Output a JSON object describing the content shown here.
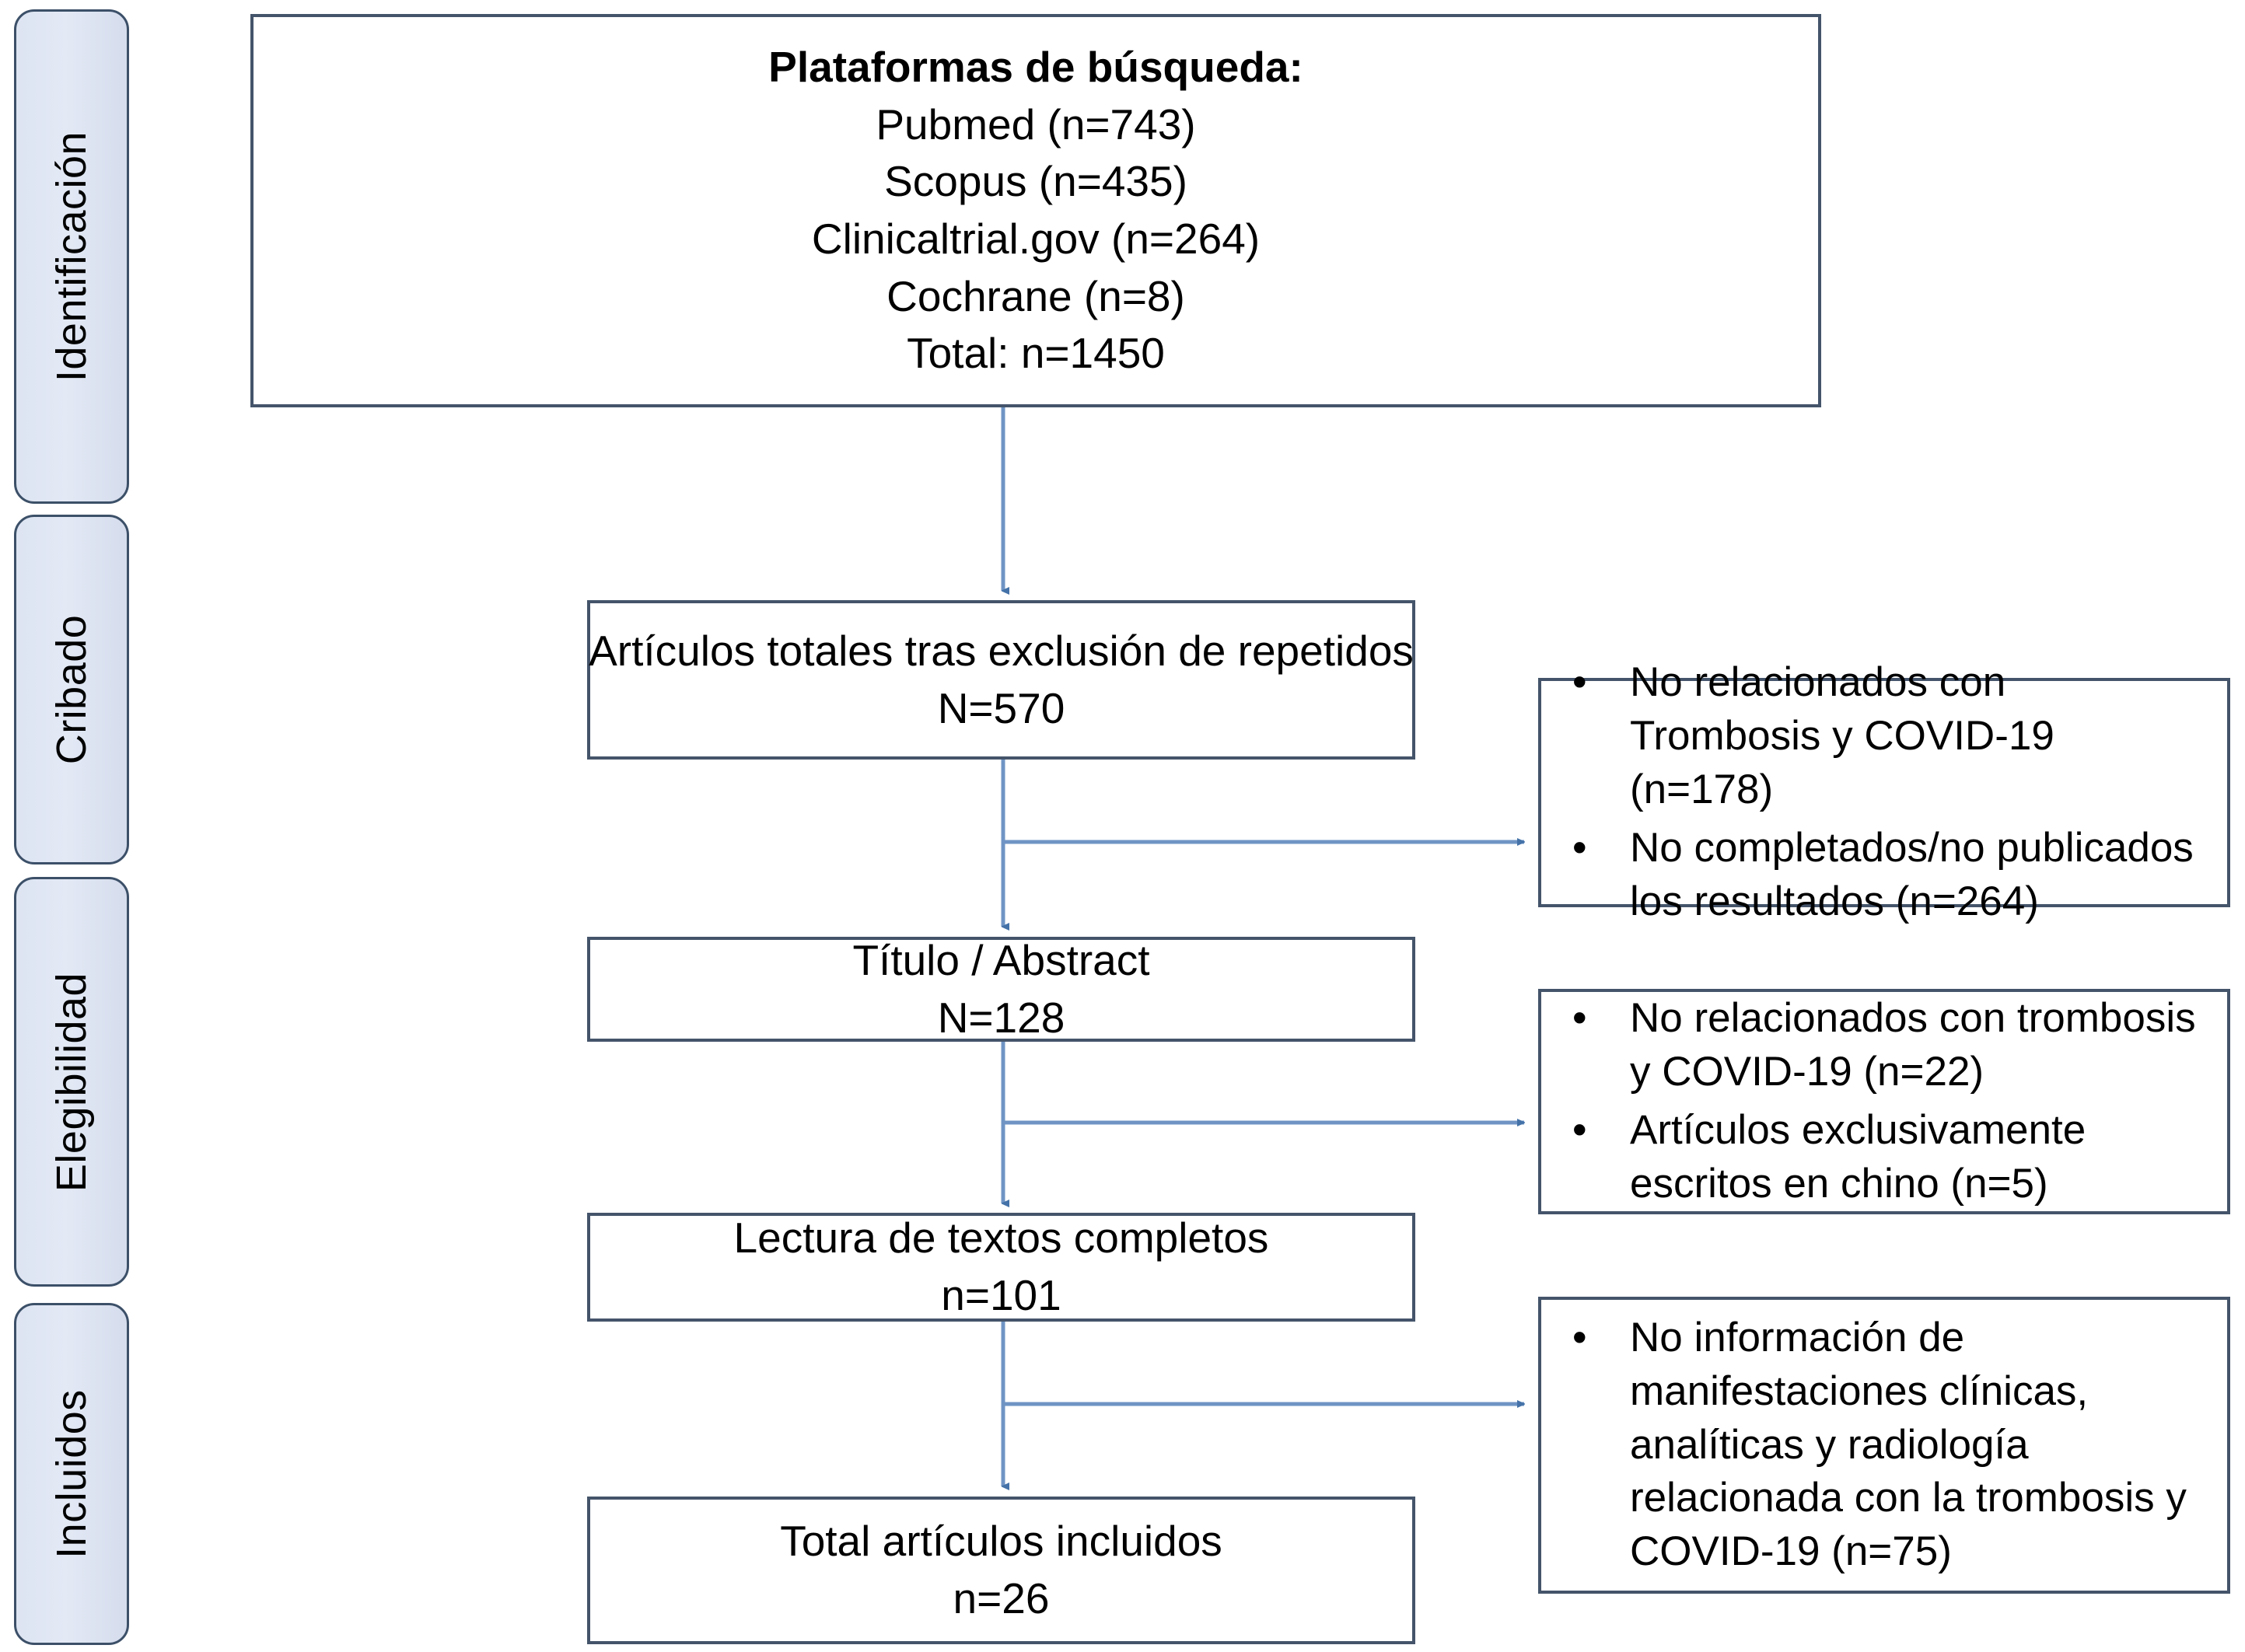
{
  "diagram": {
    "title": "PRISMA flow diagram",
    "colors": {
      "box_border": "#44546a",
      "stage_fill": "#dde4f2",
      "stage_border": "#3c5068",
      "arrow": "#4472a8",
      "text": "#000000",
      "background": "#ffffff"
    }
  },
  "stages": [
    {
      "label": "Identificación"
    },
    {
      "label": "Cribado"
    },
    {
      "label": "Elegibilidad"
    },
    {
      "label": "Incluidos"
    }
  ],
  "flow_boxes": [
    {
      "name": "search-platforms-box",
      "lines": [
        {
          "text": "Plataformas de búsqueda:",
          "bold": true
        },
        {
          "text": "Pubmed (n=743)",
          "bold": false
        },
        {
          "text": "Scopus (n=435)",
          "bold": false
        },
        {
          "text": "Clinicaltrial.gov (n=264)",
          "bold": false
        },
        {
          "text": "Cochrane  (n=8)",
          "bold": false
        },
        {
          "text": "Total: n=1450",
          "bold": false
        }
      ]
    },
    {
      "name": "deduplicated-box",
      "lines": [
        {
          "text": "Artículos totales tras exclusión de repetidos",
          "bold": false
        },
        {
          "text": "N=570",
          "bold": false
        }
      ]
    },
    {
      "name": "title-abstract-box",
      "lines": [
        {
          "text": "Título / Abstract",
          "bold": false
        },
        {
          "text": "N=128",
          "bold": false
        }
      ]
    },
    {
      "name": "fulltext-box",
      "lines": [
        {
          "text": "Lectura de textos completos",
          "bold": false
        },
        {
          "text": "n=101",
          "bold": false
        }
      ]
    },
    {
      "name": "included-box",
      "lines": [
        {
          "text": "Total artículos incluidos",
          "bold": false
        },
        {
          "text": "n=26",
          "bold": false
        }
      ]
    }
  ],
  "exclusion_boxes": [
    {
      "name": "screening-exclusions-box",
      "bullet": "•",
      "items": [
        "No relacionados con Trombosis y COVID-19 (n=178)",
        "No completados/no publicados los resultados (n=264)"
      ]
    },
    {
      "name": "eligibility-exclusions-box",
      "bullet": "•",
      "items": [
        "No relacionados con trombosis y COVID-19 (n=22)",
        "Artículos exclusivamente escritos en chino (n=5)"
      ]
    },
    {
      "name": "fulltext-exclusions-box",
      "bullet": "•",
      "items": [
        "No información de manifestaciones clínicas, analíticas y radiología relacionada con la trombosis y COVID-19 (n=75)"
      ]
    }
  ],
  "chart_data": {
    "type": "diagram",
    "title": "PRISMA flow diagram (Spanish)",
    "stages": [
      "Identificación",
      "Cribado",
      "Elegibilidad",
      "Incluidos"
    ],
    "records": {
      "Pubmed": 743,
      "Scopus": 435,
      "Clinicaltrial.gov": 264,
      "Cochrane": 8,
      "total_identified": 1450,
      "after_duplicates_removed": 570,
      "title_abstract_screened": 128,
      "full_text_assessed": 101,
      "included": 26
    },
    "exclusions": {
      "screening": [
        {
          "reason": "No relacionados con Trombosis y COVID-19",
          "n": 178
        },
        {
          "reason": "No completados/no publicados los resultados",
          "n": 264
        }
      ],
      "eligibility": [
        {
          "reason": "No relacionados con trombosis y COVID-19",
          "n": 22
        },
        {
          "reason": "Artículos exclusivamente escritos en chino",
          "n": 5
        }
      ],
      "full_text": [
        {
          "reason": "No información de manifestaciones clínicas, analíticas y radiología relacionada con la trombosis y COVID-19",
          "n": 75
        }
      ]
    }
  }
}
